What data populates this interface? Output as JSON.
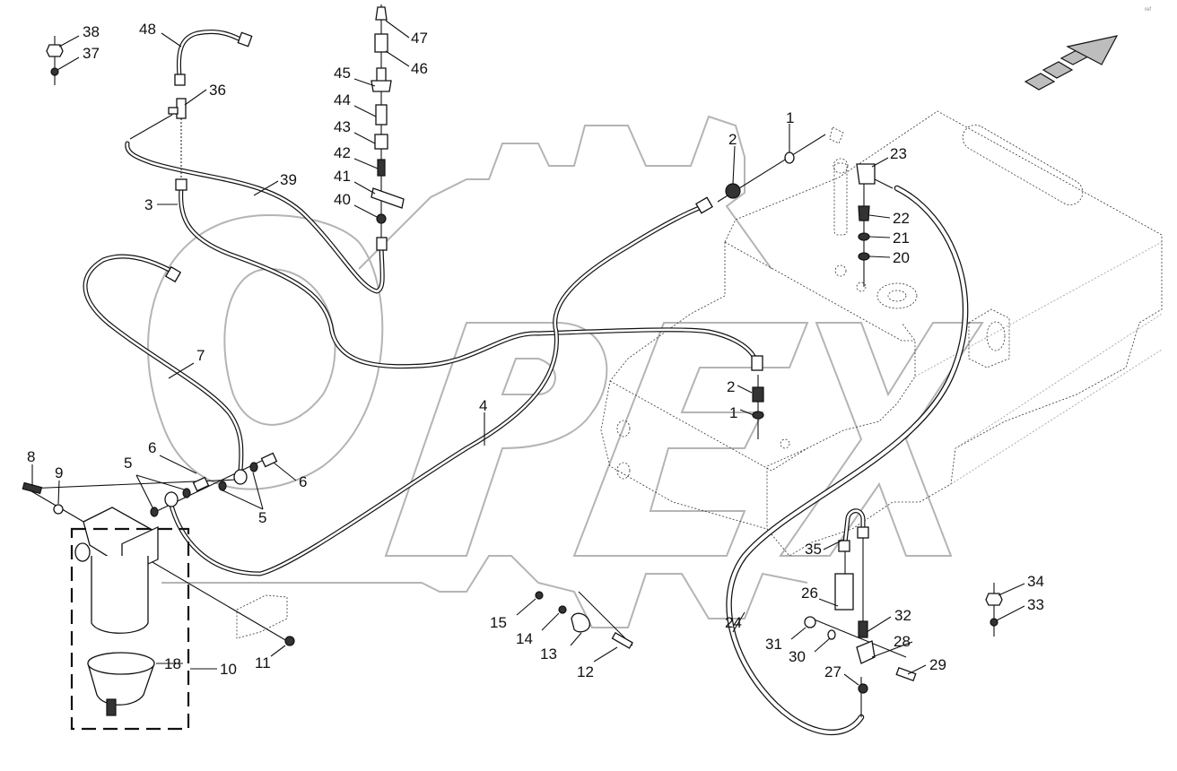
{
  "diagram": {
    "type": "exploded-parts-diagram",
    "subject": "Fuel lines and fuel filter assembly with fuel tank",
    "watermark_text": "OPEX",
    "corner_mark": "ref",
    "direction_arrow": "forward-direction-arrow",
    "callouts": [
      {
        "id": "c1a",
        "number": "1"
      },
      {
        "id": "c2a",
        "number": "2"
      },
      {
        "id": "c1b",
        "number": "1"
      },
      {
        "id": "c2b",
        "number": "2"
      },
      {
        "id": "c3",
        "number": "3"
      },
      {
        "id": "c4",
        "number": "4"
      },
      {
        "id": "c5a",
        "number": "5"
      },
      {
        "id": "c5b",
        "number": "5"
      },
      {
        "id": "c6a",
        "number": "6"
      },
      {
        "id": "c6b",
        "number": "6"
      },
      {
        "id": "c7",
        "number": "7"
      },
      {
        "id": "c8",
        "number": "8"
      },
      {
        "id": "c9",
        "number": "9"
      },
      {
        "id": "c10",
        "number": "10"
      },
      {
        "id": "c11",
        "number": "11"
      },
      {
        "id": "c12",
        "number": "12"
      },
      {
        "id": "c13",
        "number": "13"
      },
      {
        "id": "c14",
        "number": "14"
      },
      {
        "id": "c15",
        "number": "15"
      },
      {
        "id": "c18",
        "number": "18"
      },
      {
        "id": "c20",
        "number": "20"
      },
      {
        "id": "c21",
        "number": "21"
      },
      {
        "id": "c22",
        "number": "22"
      },
      {
        "id": "c23",
        "number": "23"
      },
      {
        "id": "c24",
        "number": "24"
      },
      {
        "id": "c26",
        "number": "26"
      },
      {
        "id": "c27",
        "number": "27"
      },
      {
        "id": "c28",
        "number": "28"
      },
      {
        "id": "c29",
        "number": "29"
      },
      {
        "id": "c30",
        "number": "30"
      },
      {
        "id": "c31",
        "number": "31"
      },
      {
        "id": "c32",
        "number": "32"
      },
      {
        "id": "c33",
        "number": "33"
      },
      {
        "id": "c34",
        "number": "34"
      },
      {
        "id": "c35",
        "number": "35"
      },
      {
        "id": "c36",
        "number": "36"
      },
      {
        "id": "c37",
        "number": "37"
      },
      {
        "id": "c38",
        "number": "38"
      },
      {
        "id": "c39",
        "number": "39"
      },
      {
        "id": "c40",
        "number": "40"
      },
      {
        "id": "c41",
        "number": "41"
      },
      {
        "id": "c42",
        "number": "42"
      },
      {
        "id": "c43",
        "number": "43"
      },
      {
        "id": "c44",
        "number": "44"
      },
      {
        "id": "c45",
        "number": "45"
      },
      {
        "id": "c46",
        "number": "46"
      },
      {
        "id": "c47",
        "number": "47"
      },
      {
        "id": "c48",
        "number": "48"
      }
    ]
  }
}
